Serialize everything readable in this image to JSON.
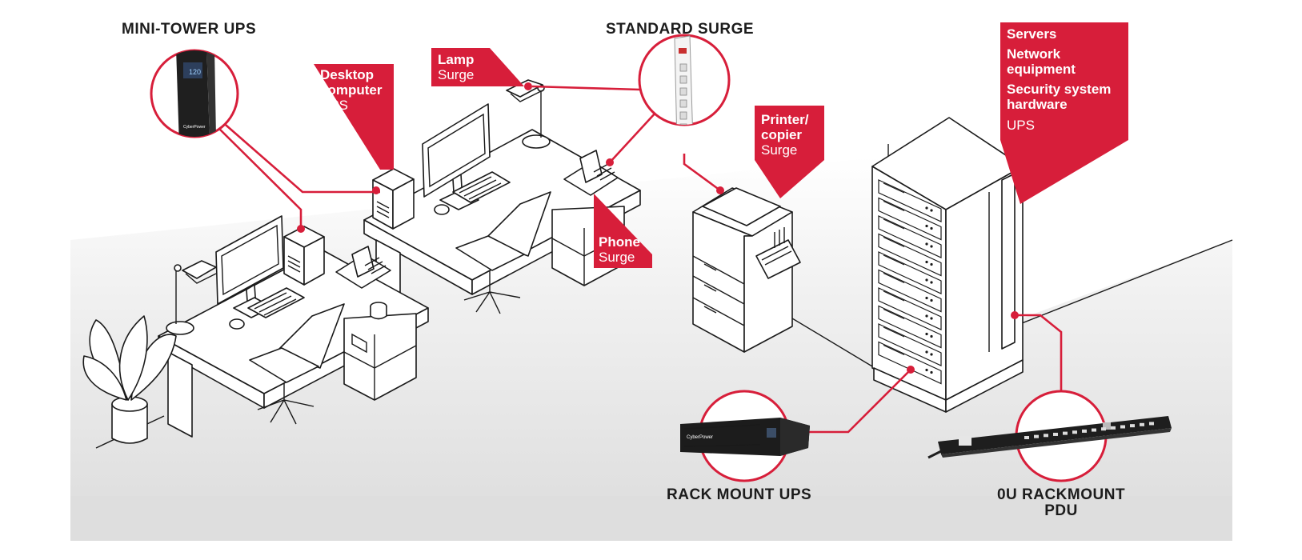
{
  "products": {
    "mini_tower": "MINI-TOWER UPS",
    "standard_surge": "STANDARD SURGE",
    "rack_mount": "RACK MOUNT UPS",
    "pdu_line1": "0U RACKMOUNT",
    "pdu_line2": "PDU"
  },
  "callouts": {
    "desktop": {
      "line1": "Desktop",
      "line2": "computer",
      "type": "UPS"
    },
    "lamp": {
      "name": "Lamp",
      "type": "Surge"
    },
    "phone": {
      "name": "Phone",
      "type": "Surge"
    },
    "printer": {
      "line1": "Printer/",
      "line2": "copier",
      "type": "Surge"
    },
    "servers": {
      "item1": "Servers",
      "item2_line1": "Network",
      "item2_line2": "equipment",
      "item3_line1": "Security system",
      "item3_line2": "hardware",
      "type": "UPS"
    }
  },
  "device_text": {
    "ups_display": "120",
    "ups_brand": "CyberPower",
    "rack_brand": "CyberPower"
  },
  "colors": {
    "accent_red": "#d71e3a",
    "floor_gray": "#e6e6e6",
    "line_black": "#1a1a1a"
  }
}
